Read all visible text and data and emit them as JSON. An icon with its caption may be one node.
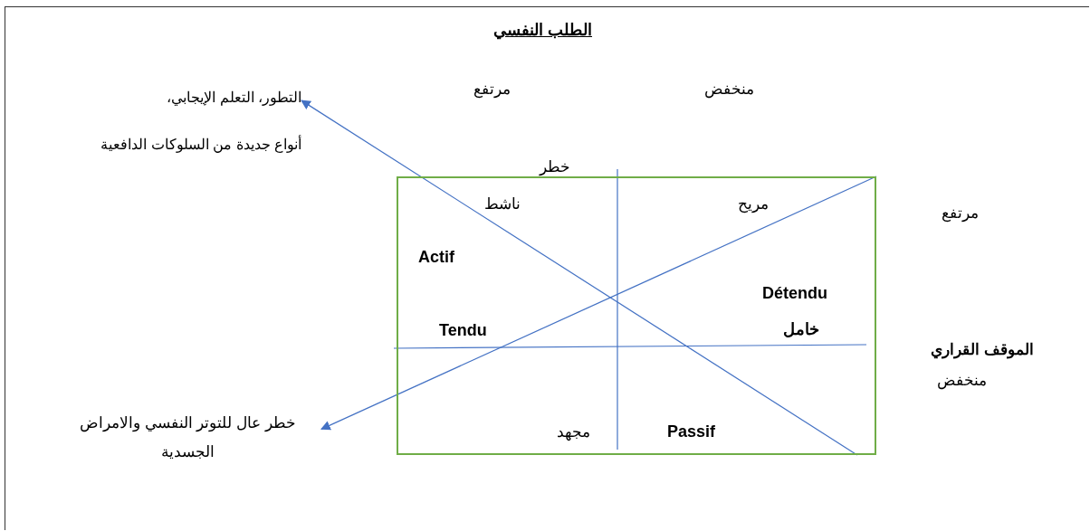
{
  "diagram": {
    "title": "الطلب النفسي",
    "nodes": [
      {
        "text": [
          "التطور، التعلم الإيجابي،",
          "أنواع جديدة من السلوكات الدافعية"
        ]
      },
      {
        "text": [
          "خطر عال للتوتر النفسي والامراض الجسدية"
        ]
      },
      {
        "text": [
          "ناشط",
          "مريح",
          "Actif",
          "Détendu",
          "Tendu",
          "خامل",
          "مجهد",
          "Passif"
        ]
      }
    ],
    "edges": [
      {
        "from": 2,
        "to": 0,
        "arrow": "to"
      },
      {
        "from": 2,
        "to": 1,
        "arrow": "to"
      }
    ],
    "labels": [
      "مرتفع",
      "منخفض",
      "خطر",
      "مرتفع",
      "الموقف القراري",
      "منخفض"
    ]
  }
}
